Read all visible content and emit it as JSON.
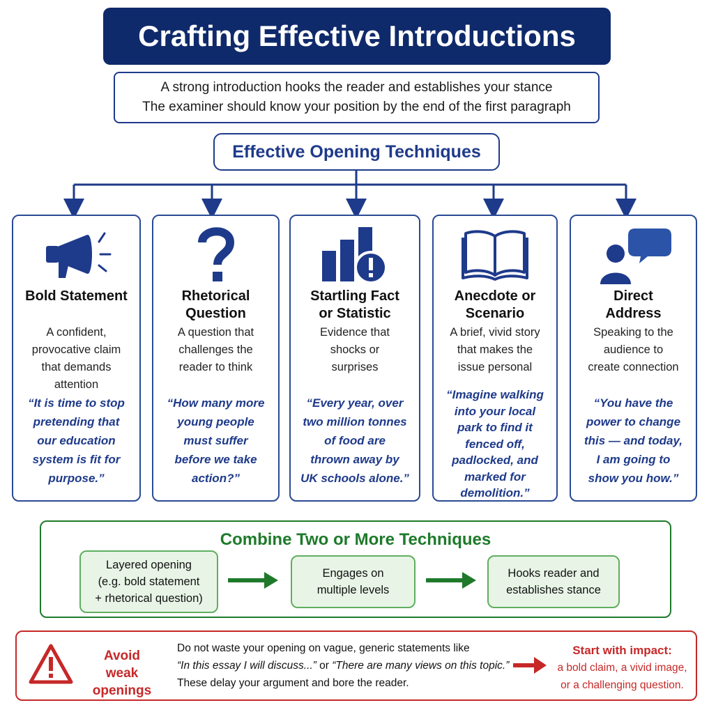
{
  "title": "Crafting Effective Introductions",
  "intro": {
    "line1": "A strong introduction hooks the reader and establishes your stance",
    "line2": "The examiner should know your position by the end of the first paragraph"
  },
  "techniques_heading": "Effective Opening Techniques",
  "techniques": [
    {
      "icon": "megaphone-icon",
      "title": "Bold Statement",
      "desc": "A confident,\nprovocative claim\nthat demands\nattention",
      "quote": "“It is time to stop\npretending that\nour education\nsystem is fit for\npurpose.”"
    },
    {
      "icon": "question-mark-icon",
      "title": "Rhetorical\nQuestion",
      "desc": "A question that\nchallenges the\nreader to think",
      "quote": "“How many more\nyoung people\nmust suffer\nbefore we take\naction?”"
    },
    {
      "icon": "bar-chart-alert-icon",
      "title": "Startling Fact\nor Statistic",
      "desc": "Evidence that\nshocks or\nsurprises",
      "quote": "“Every year, over\ntwo million tonnes\nof food are\nthrown away by\nUK schools alone.”"
    },
    {
      "icon": "open-book-icon",
      "title": "Anecdote or\nScenario",
      "desc": "A brief, vivid story\nthat makes the\nissue personal",
      "quote": "“Imagine walking\ninto your local\npark to find it\nfenced off,\npadlocked, and\nmarked for\ndemolition.”"
    },
    {
      "icon": "person-speech-icon",
      "title": "Direct\nAddress",
      "desc": "Speaking to the\naudience to\ncreate connection",
      "quote": "“You have the\npower to change\nthis — and today,\nI am going to\nshow you how.”"
    }
  ],
  "combine": {
    "title": "Combine Two or More Techniques",
    "steps": [
      "Layered opening\n(e.g. bold statement\n+ rhetorical question)",
      "Engages on\nmultiple levels",
      "Hooks reader and\nestablishes stance"
    ]
  },
  "avoid": {
    "label": "Avoid\nweak openings",
    "line1": "Do not waste your opening on vague, generic statements like",
    "line2_q1": "“In this essay I will discuss...”",
    "line2_or": " or ",
    "line2_q2": "“There are many views on this topic.”",
    "line3": "These delay your argument and bore the reader.",
    "impact_title": "Start with impact:",
    "impact_line1": "a bold claim, a vivid image,",
    "impact_line2": "or a challenging question."
  },
  "colors": {
    "navy": "#0f2a6b",
    "blue": "#1e3a8a",
    "green": "#1e7a2a",
    "red": "#c62828"
  }
}
